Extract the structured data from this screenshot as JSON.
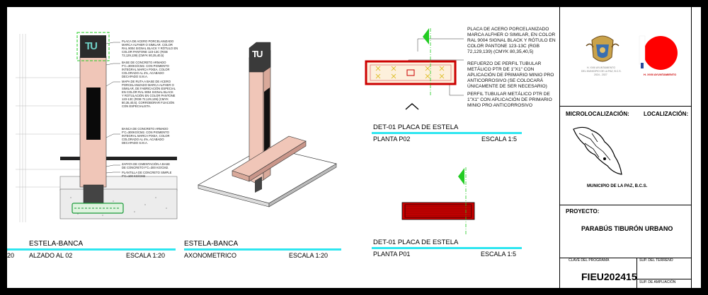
{
  "colors": {
    "accent_cyan": "#2ee6f0",
    "concrete_pink": "#f0c6b8",
    "frame_red": "#cc0000",
    "arrow_green": "#22cc22",
    "sign_dark": "#2b2b2b"
  },
  "notes": {
    "elevation_plate": "PLACA DE ACERO PORCELANIZADO\nMARCA ALFHER O SIMILAR. COLOR\nRAL 9004 SIGNAL BLACK Y RÓTULO EN\nCOLOR PANTONE 123-13C (RGB\n72,129,139) (CMYK 80,35,40,5)",
    "elevation_base": "BASE DE CONCRETO ARMADO\nF'C=300KG/CM2. CON PIGMENTO\nINTEGRAL MARCA PIXEA, COLOR\nCOLORADO AL 4%, ACABADO\nDECAPADO S.M.A.",
    "elevation_map": "MAPA DE RUTA A BASE DE ACERO\nPORCELANIZADO MARCA ALFHER O\nSIMILAR, DE FABRICACIÓN ESPECIAL\nEN COLOR RAL 9004 SIGNAL BLACK\nY ROTULACIÓN EN COLOR PANTONE\n123-13C (RGB 72,129,139) (CMYK\n80,35,40,5). CORROBORAR FIJACIÓN\nCON ESPECIALISTA.",
    "elevation_bench": "BANCA DE CONCRETO ARMADO\nF'C=300KG/CM2. CON PIGMENTO\nINTEGRAL MARCA PIXEA, COLOR\nCOLORADO AL 4%, ACABADO\nDECAPADO S.M.A.",
    "elevation_footing": "ZAPATA DE CIMENTACIÓN A BASE\nDE CONCRETO F'C=300 KG/CM2.",
    "elevation_slab": "PLANTILLA DE CONCRETO SIMPLE\nF'C=100 KG/CM2",
    "det_plate": "PLACA DE ACERO PORCELANIZADO\nMARCA ALFHER O SIMILAR, EN COLOR\nRAL 9004 SIGNAL BLACK Y RÓTULO EN\nCOLOR PANTONE 123-13C (RGB\n72,129,139) (CMYK 80,35,40,5)",
    "det_reinforce": "REFUERZO DE PERFIL TUBULAR\nMETÁLICO PTR DE 1\"X1\" CON\nAPLICACIÓN DE PRIMARIO MINIO PRO\nANTICORROSIVO (SE COLOCARÁ\nÚNICAMENTE DE SER NECESARIO)",
    "det_profile": "PERFIL TUBULAR METÁLICO PTR DE\n1\"X1\" CON APLICACIÓN DE PRIMARIO\nMINIO PRO ANTICORROSIVO"
  },
  "views": {
    "elevation": {
      "title": "ESTELA-BANCA",
      "name": "ALZADO AL 02",
      "scale": "ESCALA 1:20",
      "prefix": "20"
    },
    "axonometric": {
      "title": "ESTELA-BANCA",
      "name": "AXONOMETRICO",
      "scale": "ESCALA 1:20"
    },
    "det_top": {
      "title": "DET-01 PLACA DE ESTELA",
      "name": "PLANTA P02",
      "scale": "ESCALA 1:5"
    },
    "det_bottom": {
      "title": "DET-01 PLACA DE ESTELA",
      "name": "PLANTA P01",
      "scale": "ESCALA 1:5"
    }
  },
  "title_block": {
    "council_line1": "H. XVIII AYUNTAMIENTO",
    "council_line2": "DEL MUNICIPIO DE LA PAZ, B.C.S.",
    "council_years": "2024 - 2027",
    "council_brand": "H. XVIII AYUNTAMIENTO",
    "microloc_label": "MICROLOCALIZACIÓN:",
    "loc_label": "LOCALIZACIÓN:",
    "municipality": "MUNICIPIO DE LA PAZ, B.C.S.",
    "project_label": "PROYECTO:",
    "project_name": "PARABÚS TIBURÓN URBANO",
    "program_key_label": "CLAVE DEL PROGRAMA",
    "program_key": "FIEU202415",
    "land_area_label": "SUP. DEL TERRENO",
    "expansion_area_label": "SUP. DE AMPLIACIÓN"
  },
  "logo_glyph": "TU"
}
